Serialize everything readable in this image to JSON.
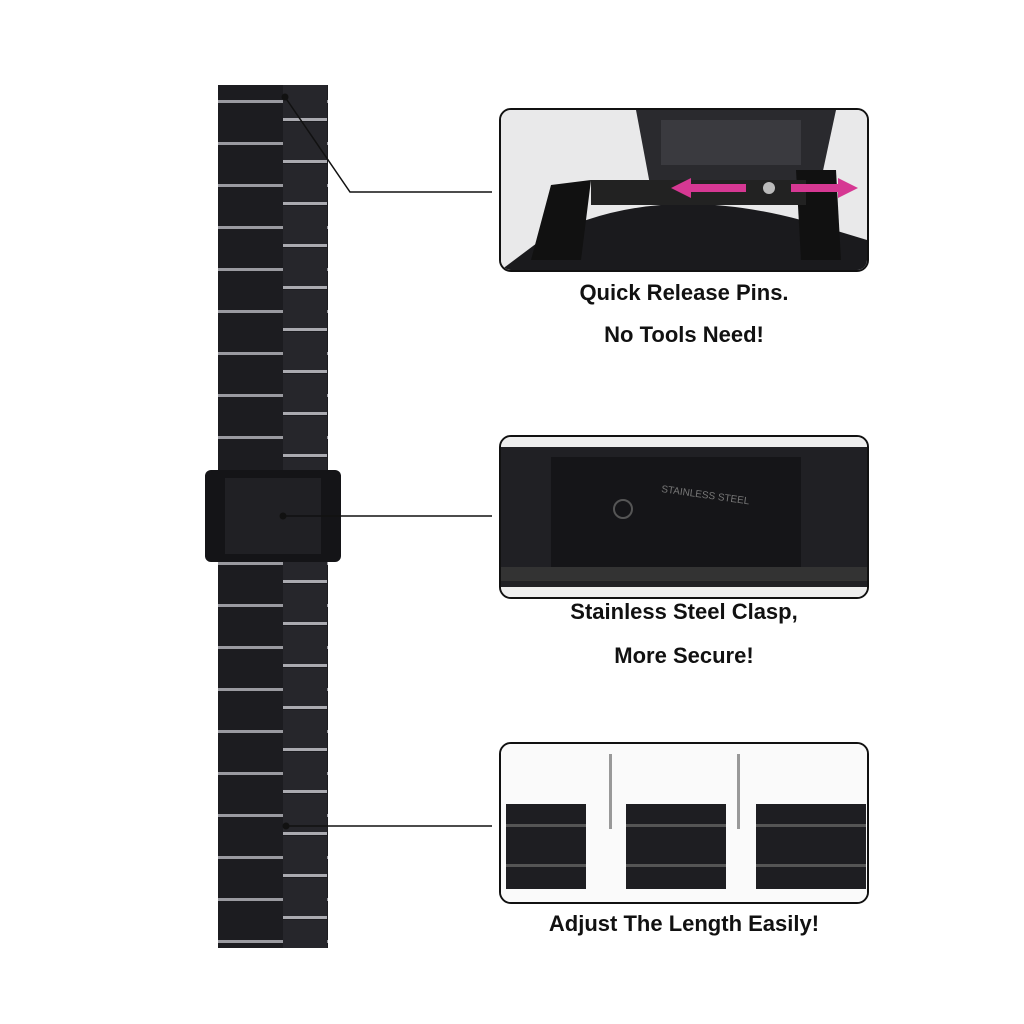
{
  "features": [
    {
      "caption_line1": "Quick Release Pins.",
      "caption_line2": "No Tools Need!",
      "icon": "quick-release-pin-arrows"
    },
    {
      "caption_line1": "Stainless Steel Clasp,",
      "caption_line2": "More Secure!",
      "engraving": "STAINLESS STEEL"
    },
    {
      "caption_line1": "Adjust The Length Easily!"
    }
  ],
  "colors": {
    "band": "#1c1c20",
    "arrow": "#d63893",
    "border": "#111111"
  }
}
